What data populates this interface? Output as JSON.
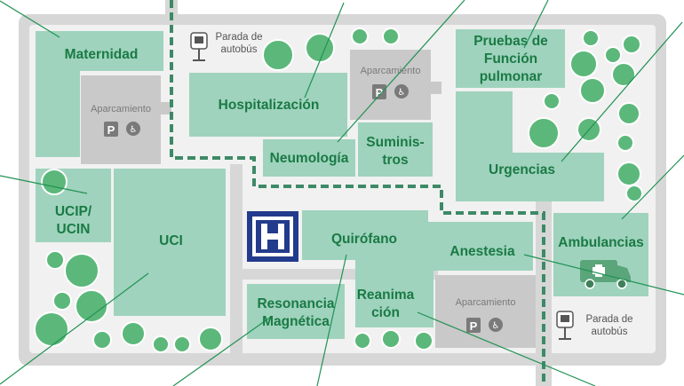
{
  "colors": {
    "road": "#d6d7d6",
    "ground": "#f1f1f1",
    "building": "#9fd3bd",
    "parking": "#c9c9c9",
    "tree": "#5bb87a",
    "text": "#1a7a45",
    "route": "#3d8a66",
    "logo": "#233b8c",
    "line": "#219254"
  },
  "buildings": {
    "maternidad": "Maternidad",
    "hospitalizacion": "Hospitalización",
    "neumologia": "Neumología",
    "suministros": "Suminis-\ntros",
    "pruebas": "Pruebas de\nFunción\npulmonar",
    "urgencias": "Urgencias",
    "ucip": "UCIP/\nUCIN",
    "uci": "UCI",
    "quirofano": "Quirófano",
    "anestesia": "Anestesia",
    "ambulancias": "Ambulancias",
    "resonancia": "Resonancia\nMagnética",
    "reanimacion": "Reanima\nción"
  },
  "parking": {
    "label": "Aparcamiento",
    "p_letter": "P",
    "accessible_icon": "wheelchair-icon"
  },
  "bus_stop": {
    "label": "Parada de\nautobús",
    "icon": "bus-icon"
  },
  "hospital_logo": {
    "letter": "H"
  }
}
